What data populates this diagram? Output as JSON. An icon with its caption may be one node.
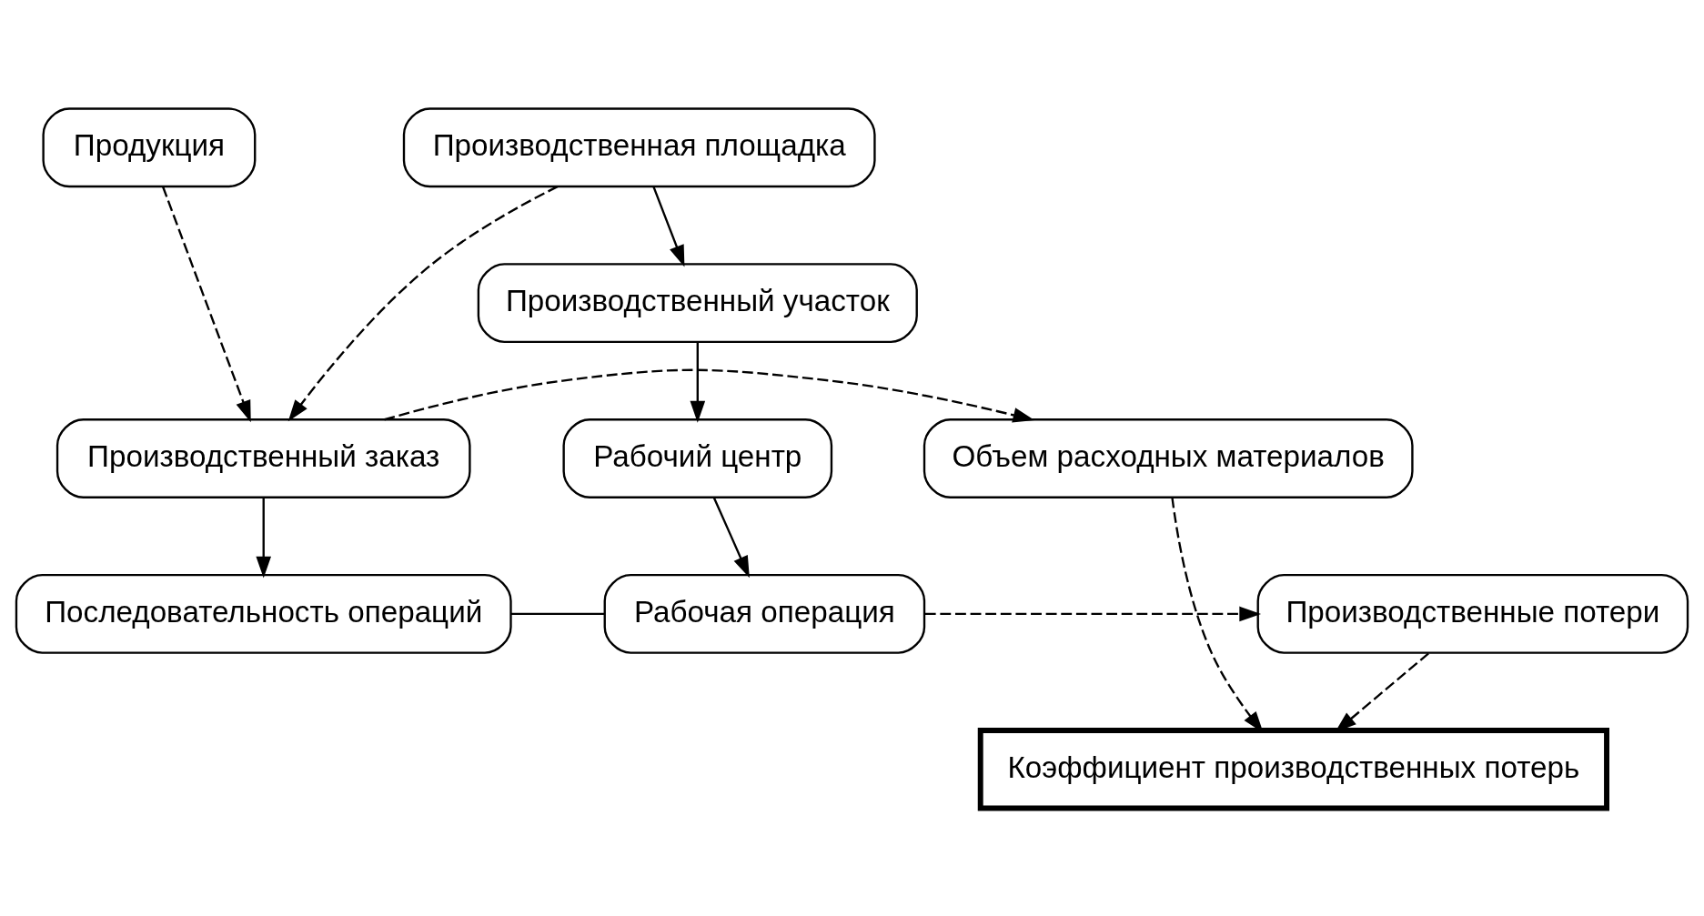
{
  "diagram": {
    "nodes": [
      {
        "text": [
          "Коэффициент производственных потерь"
        ]
      },
      {
        "text": [
          "Продукция"
        ]
      },
      {
        "text": [
          "Производственная площадка"
        ]
      },
      {
        "text": [
          "Производственный участок"
        ]
      },
      {
        "text": [
          "Рабочий центр"
        ]
      },
      {
        "text": [
          "Производственный заказ"
        ]
      },
      {
        "text": [
          "Объем расходных материалов"
        ]
      },
      {
        "text": [
          "Последовательность операций"
        ]
      },
      {
        "text": [
          "Рабочая операция"
        ]
      },
      {
        "text": [
          "Производственные потери"
        ]
      }
    ],
    "edges": [
      {
        "from": 2,
        "to": 3,
        "arrow": "to"
      },
      {
        "from": 3,
        "to": 4,
        "arrow": "to"
      },
      {
        "from": 4,
        "to": 8,
        "arrow": "to"
      },
      {
        "from": 1,
        "to": 5,
        "arrow": "to",
        "style": "dashed"
      },
      {
        "from": 2,
        "to": 5,
        "arrow": "to",
        "style": "dashed"
      },
      {
        "from": 5,
        "to": 6,
        "arrow": "to",
        "style": "dashed"
      },
      {
        "from": 5,
        "to": 7,
        "arrow": "to"
      },
      {
        "from": 7,
        "to": 8,
        "arrow": "none"
      },
      {
        "from": 8,
        "to": 9,
        "arrow": "to",
        "style": "dashed"
      },
      {
        "from": 6,
        "to": 0,
        "arrow": "to",
        "style": "dashed"
      },
      {
        "from": 9,
        "to": 0,
        "arrow": "to",
        "style": "dashed"
      }
    ]
  }
}
